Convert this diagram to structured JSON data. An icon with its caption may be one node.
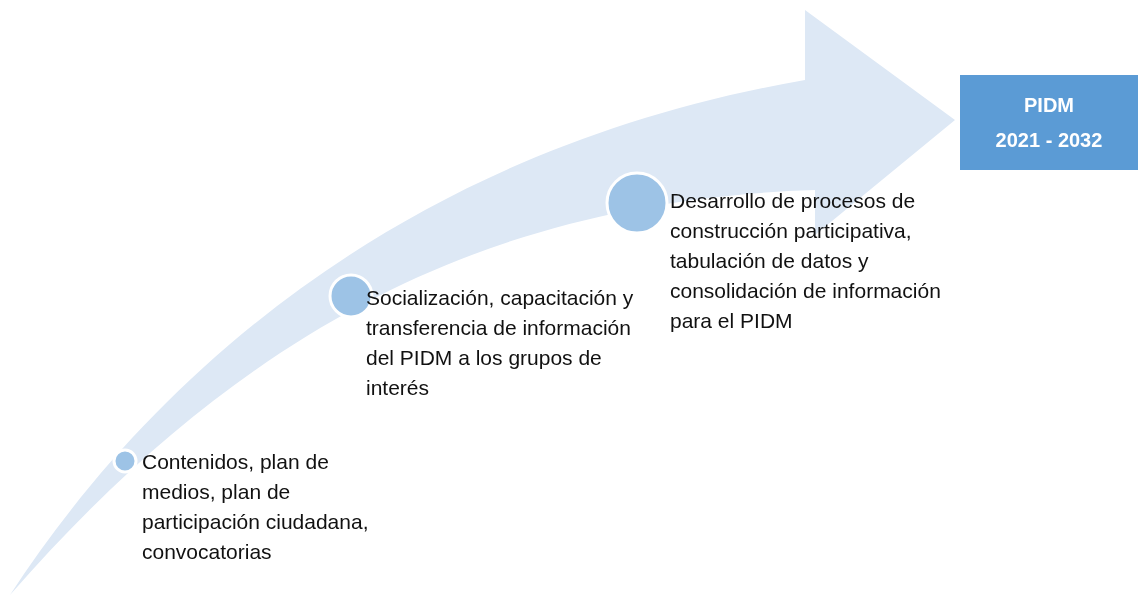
{
  "diagram": {
    "nodes": [
      {
        "text": [],
        "shape": "circle",
        "beside": [
          "Contenidos, plan de medios, plan de participación ciudadana, convocatorias"
        ]
      },
      {
        "text": [],
        "shape": "circle",
        "beside": [
          "Socialización, capacitación y transferencia de información del PIDM a los grupos de interés"
        ]
      },
      {
        "text": [],
        "shape": "circle",
        "beside": [
          "Desarrollo de procesos de construcción participativa, tabulación de datos y consolidación de información para el PIDM"
        ]
      },
      {
        "text": [
          "PIDM",
          "2021 - 2032"
        ]
      }
    ]
  }
}
